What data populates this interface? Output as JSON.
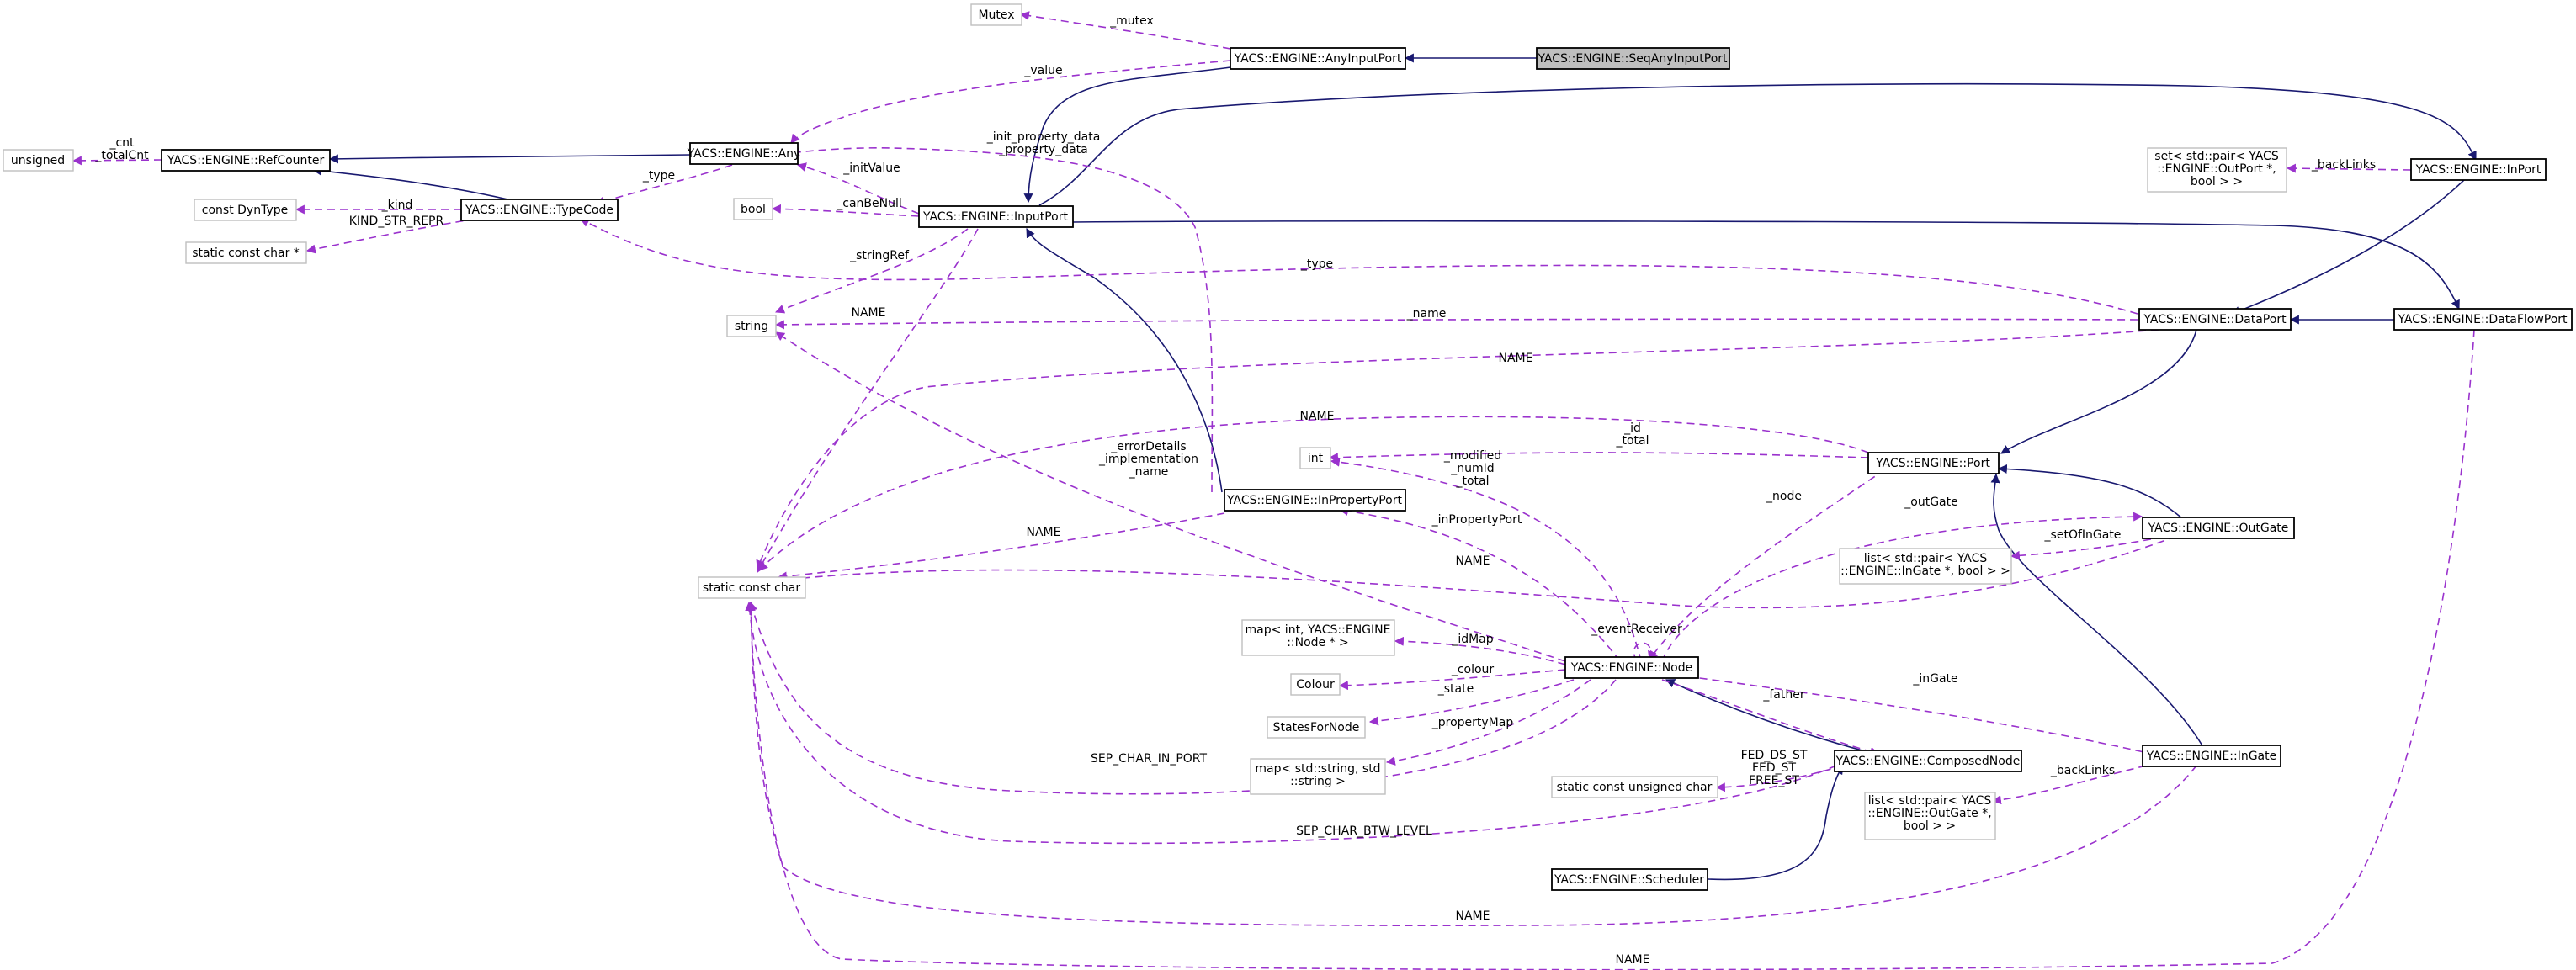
{
  "diagram": {
    "nodes": {
      "mutex": [
        "Mutex"
      ],
      "anyinput": [
        "YACS::ENGINE::AnyInputPort"
      ],
      "seqany": [
        "YACS::ENGINE::SeqAnyInputPort"
      ],
      "unsigned": [
        "unsigned"
      ],
      "refcounter": [
        "YACS::ENGINE::RefCounter"
      ],
      "any": [
        "YACS::ENGINE::Any"
      ],
      "constdyn": [
        "const DynType"
      ],
      "typecode": [
        "YACS::ENGINE::TypeCode"
      ],
      "staticconstchar1": [
        "static const char *"
      ],
      "bool": [
        "bool"
      ],
      "inputport": [
        "YACS::ENGINE::InputPort"
      ],
      "string": [
        "string"
      ],
      "setpair": [
        "set< std::pair< YACS",
        "::ENGINE::OutPort *,",
        "bool > >"
      ],
      "inport": [
        "YACS::ENGINE::InPort"
      ],
      "dataport": [
        "YACS::ENGINE::DataPort"
      ],
      "dataflowport": [
        "YACS::ENGINE::DataFlowPort"
      ],
      "int": [
        "int"
      ],
      "port": [
        "YACS::ENGINE::Port"
      ],
      "inpropertyport": [
        "YACS::ENGINE::InPropertyPort"
      ],
      "staticconstchar": [
        "static const char"
      ],
      "listingate": [
        "list< std::pair< YACS",
        "::ENGINE::InGate *, bool > >"
      ],
      "outgate": [
        "YACS::ENGINE::OutGate"
      ],
      "mapint": [
        "map< int, YACS::ENGINE",
        "::Node * >"
      ],
      "colour": [
        "Colour"
      ],
      "node": [
        "YACS::ENGINE::Node"
      ],
      "statesfornode": [
        "StatesForNode"
      ],
      "mapstring": [
        "map< std::string, std",
        "::string >"
      ],
      "composednode": [
        "YACS::ENGINE::ComposedNode"
      ],
      "staticconstuchar": [
        "static const unsigned char"
      ],
      "ingate": [
        "YACS::ENGINE::InGate"
      ],
      "listoutgate": [
        "list< std::pair< YACS",
        "::ENGINE::OutGate *,",
        "bool > >"
      ],
      "scheduler": [
        "YACS::ENGINE::Scheduler"
      ]
    },
    "edge_labels": {
      "mutex": [
        "_mutex"
      ],
      "value": [
        "_value"
      ],
      "cnt": [
        "_cnt",
        "_totalCnt"
      ],
      "type1": [
        "_type"
      ],
      "initprop": [
        "_init_property_data",
        "_property_data"
      ],
      "initvalue": [
        "_initValue"
      ],
      "kind": [
        "_kind"
      ],
      "kindstr": [
        "KIND_STR_REPR"
      ],
      "canbenull": [
        "_canBeNull"
      ],
      "stringref": [
        "_stringRef"
      ],
      "name_ip": [
        "NAME"
      ],
      "backlinks1": [
        "_backLinks"
      ],
      "type2": [
        "_type"
      ],
      "name2": [
        "_name"
      ],
      "name3": [
        "NAME"
      ],
      "name4": [
        "NAME"
      ],
      "idtotal": [
        "_id",
        "_total"
      ],
      "errordetails": [
        "_errorDetails",
        "_implementation",
        "_name"
      ],
      "modified": [
        "_modified",
        "_numId",
        "_total"
      ],
      "nodelbl": [
        "_node"
      ],
      "outgatelbl": [
        "_outGate"
      ],
      "name5": [
        "NAME"
      ],
      "inpropertyport": [
        "_inPropertyPort"
      ],
      "name6": [
        "NAME"
      ],
      "setofingate": [
        "_setOfInGate"
      ],
      "eventreceiver": [
        "_eventReceiver"
      ],
      "idmap": [
        "_idMap"
      ],
      "colourlbl": [
        "_colour"
      ],
      "ingatelbl": [
        "_inGate"
      ],
      "state": [
        "_state"
      ],
      "father": [
        "_father"
      ],
      "propertymap": [
        "_propertyMap"
      ],
      "sepport": [
        "SEP_CHAR_IN_PORT"
      ],
      "fedds": [
        "FED_DS_ST",
        "FED_ST",
        "FREE_ST"
      ],
      "backlinks2": [
        "_backLinks"
      ],
      "sepbtw": [
        "SEP_CHAR_BTW_LEVEL"
      ],
      "name7": [
        "NAME"
      ],
      "name8": [
        "NAME"
      ]
    }
  },
  "colors": {
    "inheritance_edge": "#191970",
    "usage_edge": "#9a32cd",
    "primary_border": "#000000",
    "secondary_border": "#bfbfbf",
    "current_fill": "#bfbfbf"
  }
}
